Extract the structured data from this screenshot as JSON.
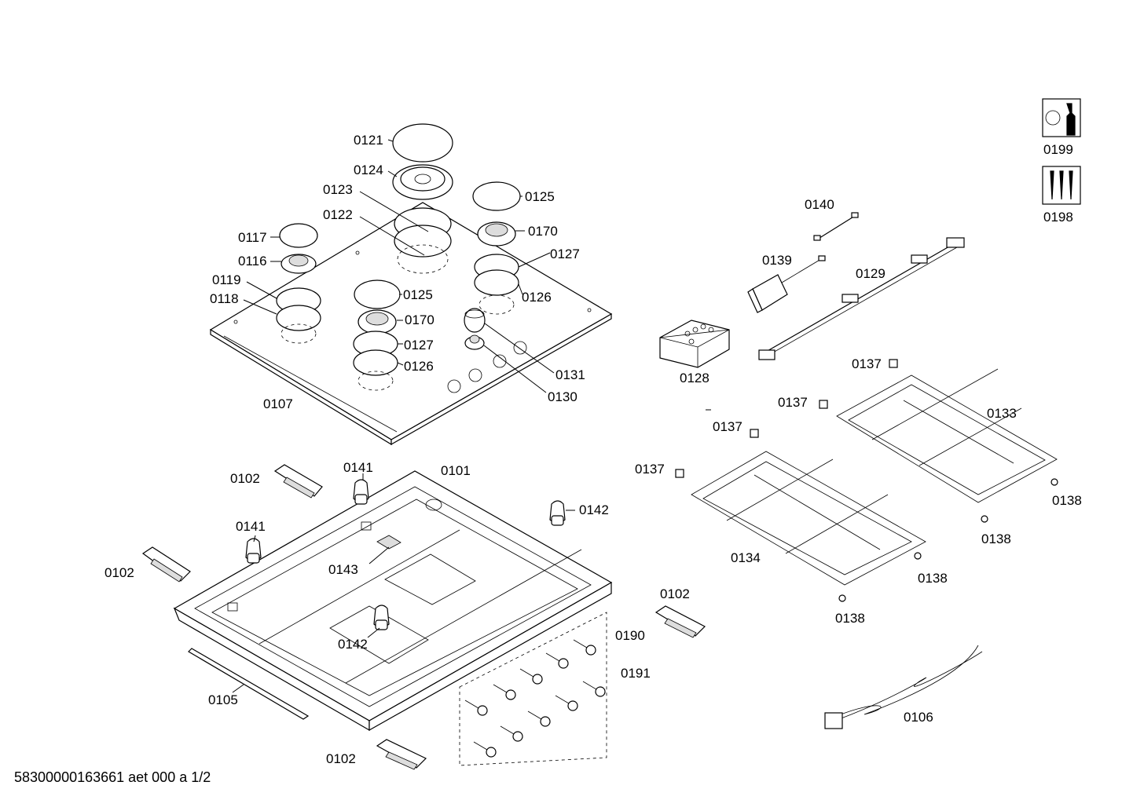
{
  "footer_code": "58300000163661 aet 000 a 1/2",
  "labels": {
    "p0101": "0101",
    "p0102": "0102",
    "p0105": "0105",
    "p0106": "0106",
    "p0107": "0107",
    "p0116": "0116",
    "p0117": "0117",
    "p0118": "0118",
    "p0119": "0119",
    "p0121": "0121",
    "p0122": "0122",
    "p0123": "0123",
    "p0124": "0124",
    "p0125": "0125",
    "p0126": "0126",
    "p0127": "0127",
    "p0128": "0128",
    "p0129": "0129",
    "p0130": "0130",
    "p0131": "0131",
    "p0133": "0133",
    "p0134": "0134",
    "p0137": "0137",
    "p0138": "0138",
    "p0139": "0139",
    "p0140": "0140",
    "p0141": "0141",
    "p0142": "0142",
    "p0143": "0143",
    "p0170": "0170",
    "p0190": "0190",
    "p0191": "0191",
    "p0198": "0198",
    "p0199": "0199"
  },
  "icons": {
    "service_tool": "wrench-nut-icon",
    "screws_pack": "screws-icon"
  }
}
